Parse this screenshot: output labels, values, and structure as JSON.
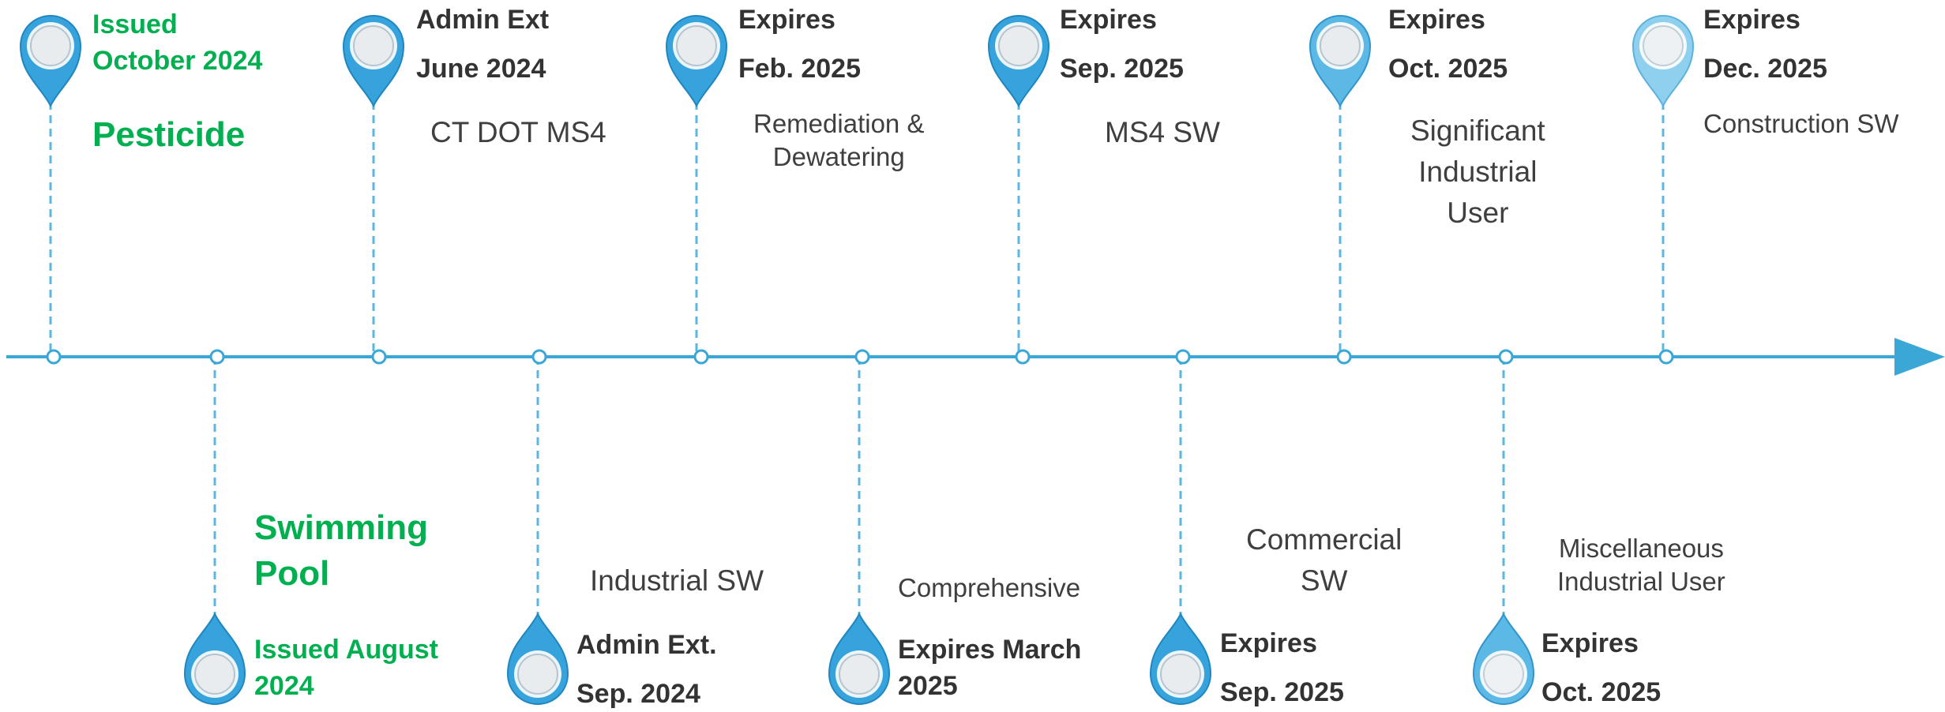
{
  "colors": {
    "line": "#3ba7d6",
    "dash": "#5bb7e0",
    "green": "#00b050",
    "text": "#3f3f3f"
  },
  "top_events": [
    {
      "date": "Issued\nOctober 2024",
      "name": "Pesticide",
      "green": true
    },
    {
      "date": "Admin Ext\nJune 2024",
      "name": "CT DOT MS4"
    },
    {
      "date": "Expires\nFeb. 2025",
      "name": "Remediation &\nDewatering"
    },
    {
      "date": "Expires\nSep. 2025",
      "name": "MS4 SW"
    },
    {
      "date": "Expires\nOct. 2025",
      "name": "Significant\nIndustrial\nUser"
    },
    {
      "date": "Expires\nDec. 2025",
      "name": "Construction SW"
    }
  ],
  "bottom_events": [
    {
      "date": "Issued August\n2024",
      "name": "Swimming\nPool",
      "green": true
    },
    {
      "date": "Admin Ext.\nSep. 2024",
      "name": "Industrial SW"
    },
    {
      "date": "Expires March\n2025",
      "name": "Comprehensive"
    },
    {
      "date": "Expires\nSep. 2025",
      "name": "Commercial\nSW"
    },
    {
      "date": "Expires\nOct. 2025",
      "name": "Miscellaneous\nIndustrial User"
    }
  ]
}
